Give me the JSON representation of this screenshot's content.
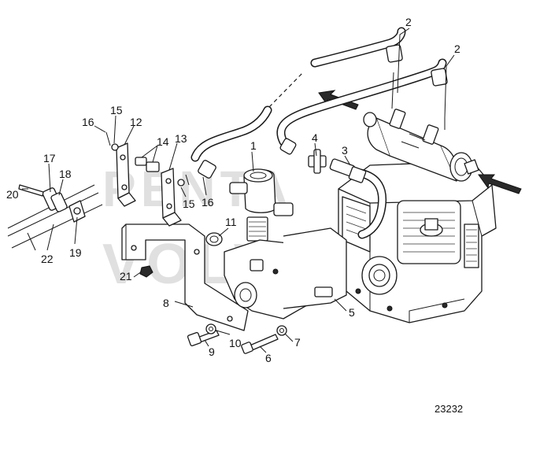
{
  "watermark": {
    "line1": "PENTA",
    "line2": "VOLVO"
  },
  "callouts": [
    {
      "id": "callout-1",
      "label": "1"
    },
    {
      "id": "callout-2a",
      "label": "2"
    },
    {
      "id": "callout-2b",
      "label": "2"
    },
    {
      "id": "callout-3",
      "label": "3"
    },
    {
      "id": "callout-4",
      "label": "4"
    },
    {
      "id": "callout-5",
      "label": "5"
    },
    {
      "id": "callout-6",
      "label": "6"
    },
    {
      "id": "callout-7",
      "label": "7"
    },
    {
      "id": "callout-8",
      "label": "8"
    },
    {
      "id": "callout-9",
      "label": "9"
    },
    {
      "id": "callout-10",
      "label": "10"
    },
    {
      "id": "callout-11",
      "label": "11"
    },
    {
      "id": "callout-12",
      "label": "12"
    },
    {
      "id": "callout-13",
      "label": "13"
    },
    {
      "id": "callout-14",
      "label": "14"
    },
    {
      "id": "callout-15a",
      "label": "15"
    },
    {
      "id": "callout-15b",
      "label": "15"
    },
    {
      "id": "callout-16a",
      "label": "16"
    },
    {
      "id": "callout-16b",
      "label": "16"
    },
    {
      "id": "callout-17",
      "label": "17"
    },
    {
      "id": "callout-18",
      "label": "18"
    },
    {
      "id": "callout-19",
      "label": "19"
    },
    {
      "id": "callout-20",
      "label": "20"
    },
    {
      "id": "callout-21",
      "label": "21"
    },
    {
      "id": "callout-22",
      "label": "22"
    }
  ],
  "drawing_number": "23232",
  "colors": {
    "line": "#1a1a1a",
    "background": "#ffffff",
    "watermark": "#c8c8c8"
  }
}
